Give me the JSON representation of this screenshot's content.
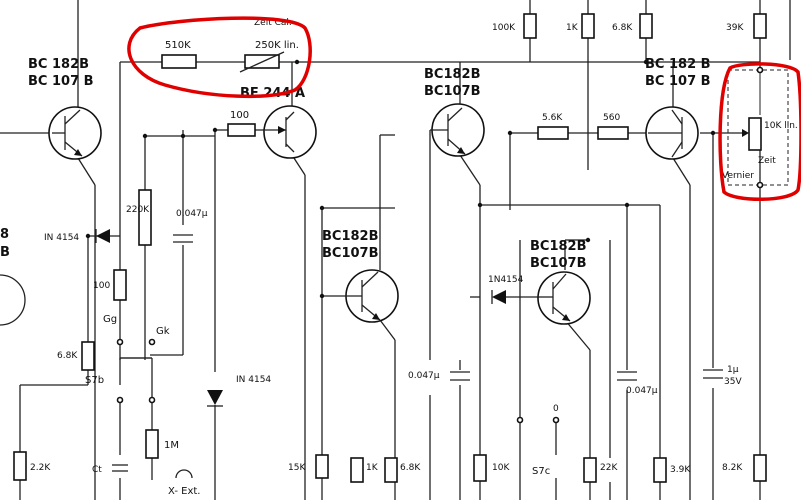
{
  "transistors": [
    {
      "id": "q1",
      "l1": "BC 182B",
      "l2": "BC 107 B"
    },
    {
      "id": "q2",
      "l1": "",
      "l2": "BF 244 A"
    },
    {
      "id": "q3",
      "l1": "BC182B",
      "l2": "BC107B"
    },
    {
      "id": "q4",
      "l1": "BC182B",
      "l2": "BC107B"
    },
    {
      "id": "q5",
      "l1": "BC182B",
      "l2": "BC107B"
    },
    {
      "id": "q6",
      "l1": "BC 182 B",
      "l2": "BC 107 B"
    }
  ],
  "resistors": {
    "r_510k": "510K",
    "r_250k": "250K lin.",
    "r_100_gate": "100",
    "r_220k": "220K",
    "r_100_left": "100",
    "r_6k8_left": "6.8K",
    "r_1m": "1M",
    "r_2k2": "2.2K",
    "r_100k_top": "100K",
    "r_1k_top": "1K",
    "r_6k8_top": "6.8K",
    "r_39k": "39K",
    "r_5k6": "5.6K",
    "r_560": "560",
    "r_10k_lin": "10K lin.",
    "r_15k": "15K",
    "r_1k_bot": "1K",
    "r_6k8_bot": "6.8K",
    "r_10k_bot": "10K",
    "r_22k": "22K",
    "r_3k9": "3.9K",
    "r_8k2": "8.2K"
  },
  "capacitors": {
    "c_047_top": "0.047µ",
    "c_047_bl": "0.047µ",
    "c_047_br": "0.047µ",
    "c_1u": "1µ",
    "c_1u_v": "35V",
    "c_ct": "Ct"
  },
  "diodes": {
    "d1": "IN 4154",
    "d2": "1N4154",
    "d3": "IN 4154"
  },
  "labels": {
    "zeit_cal": "Zeit Cal.",
    "zeit": "Zeit",
    "vernier": "Vernier",
    "gg": "Gg",
    "gk": "Gk",
    "s7b": "S7b",
    "s7c": "S7c",
    "zero": "0",
    "x_ext": "X- Ext.",
    "edge_8": "8",
    "edge_b": "B"
  },
  "colors": {
    "ink": "#111111",
    "highlight": "#e00000",
    "paper": "#ffffff"
  }
}
